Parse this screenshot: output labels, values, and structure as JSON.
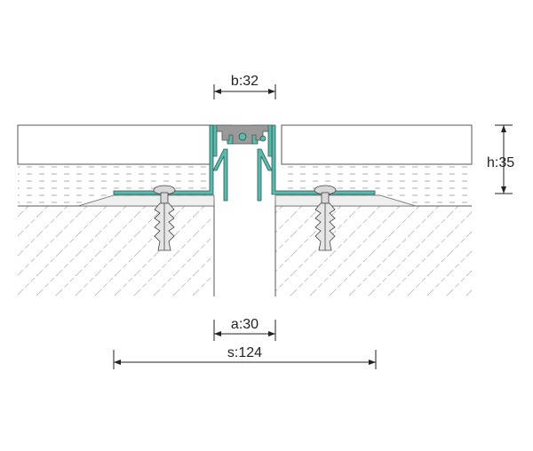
{
  "dimensions": {
    "b": "b:32",
    "h": "h:35",
    "a": "a:30",
    "s": "s:124"
  },
  "colors": {
    "profile": "#5fb8ac",
    "profile_stroke": "#1e5a55",
    "insert": "#9a9a9a",
    "tile_hatch": "#8a8a8a",
    "adhesive_dash": "#9a9a9a",
    "concrete_hatch": "#aaaaaa",
    "screw": "#d8d8d8"
  },
  "icons": {
    "screw_left": "screw-anchor-icon",
    "screw_right": "screw-anchor-icon"
  }
}
